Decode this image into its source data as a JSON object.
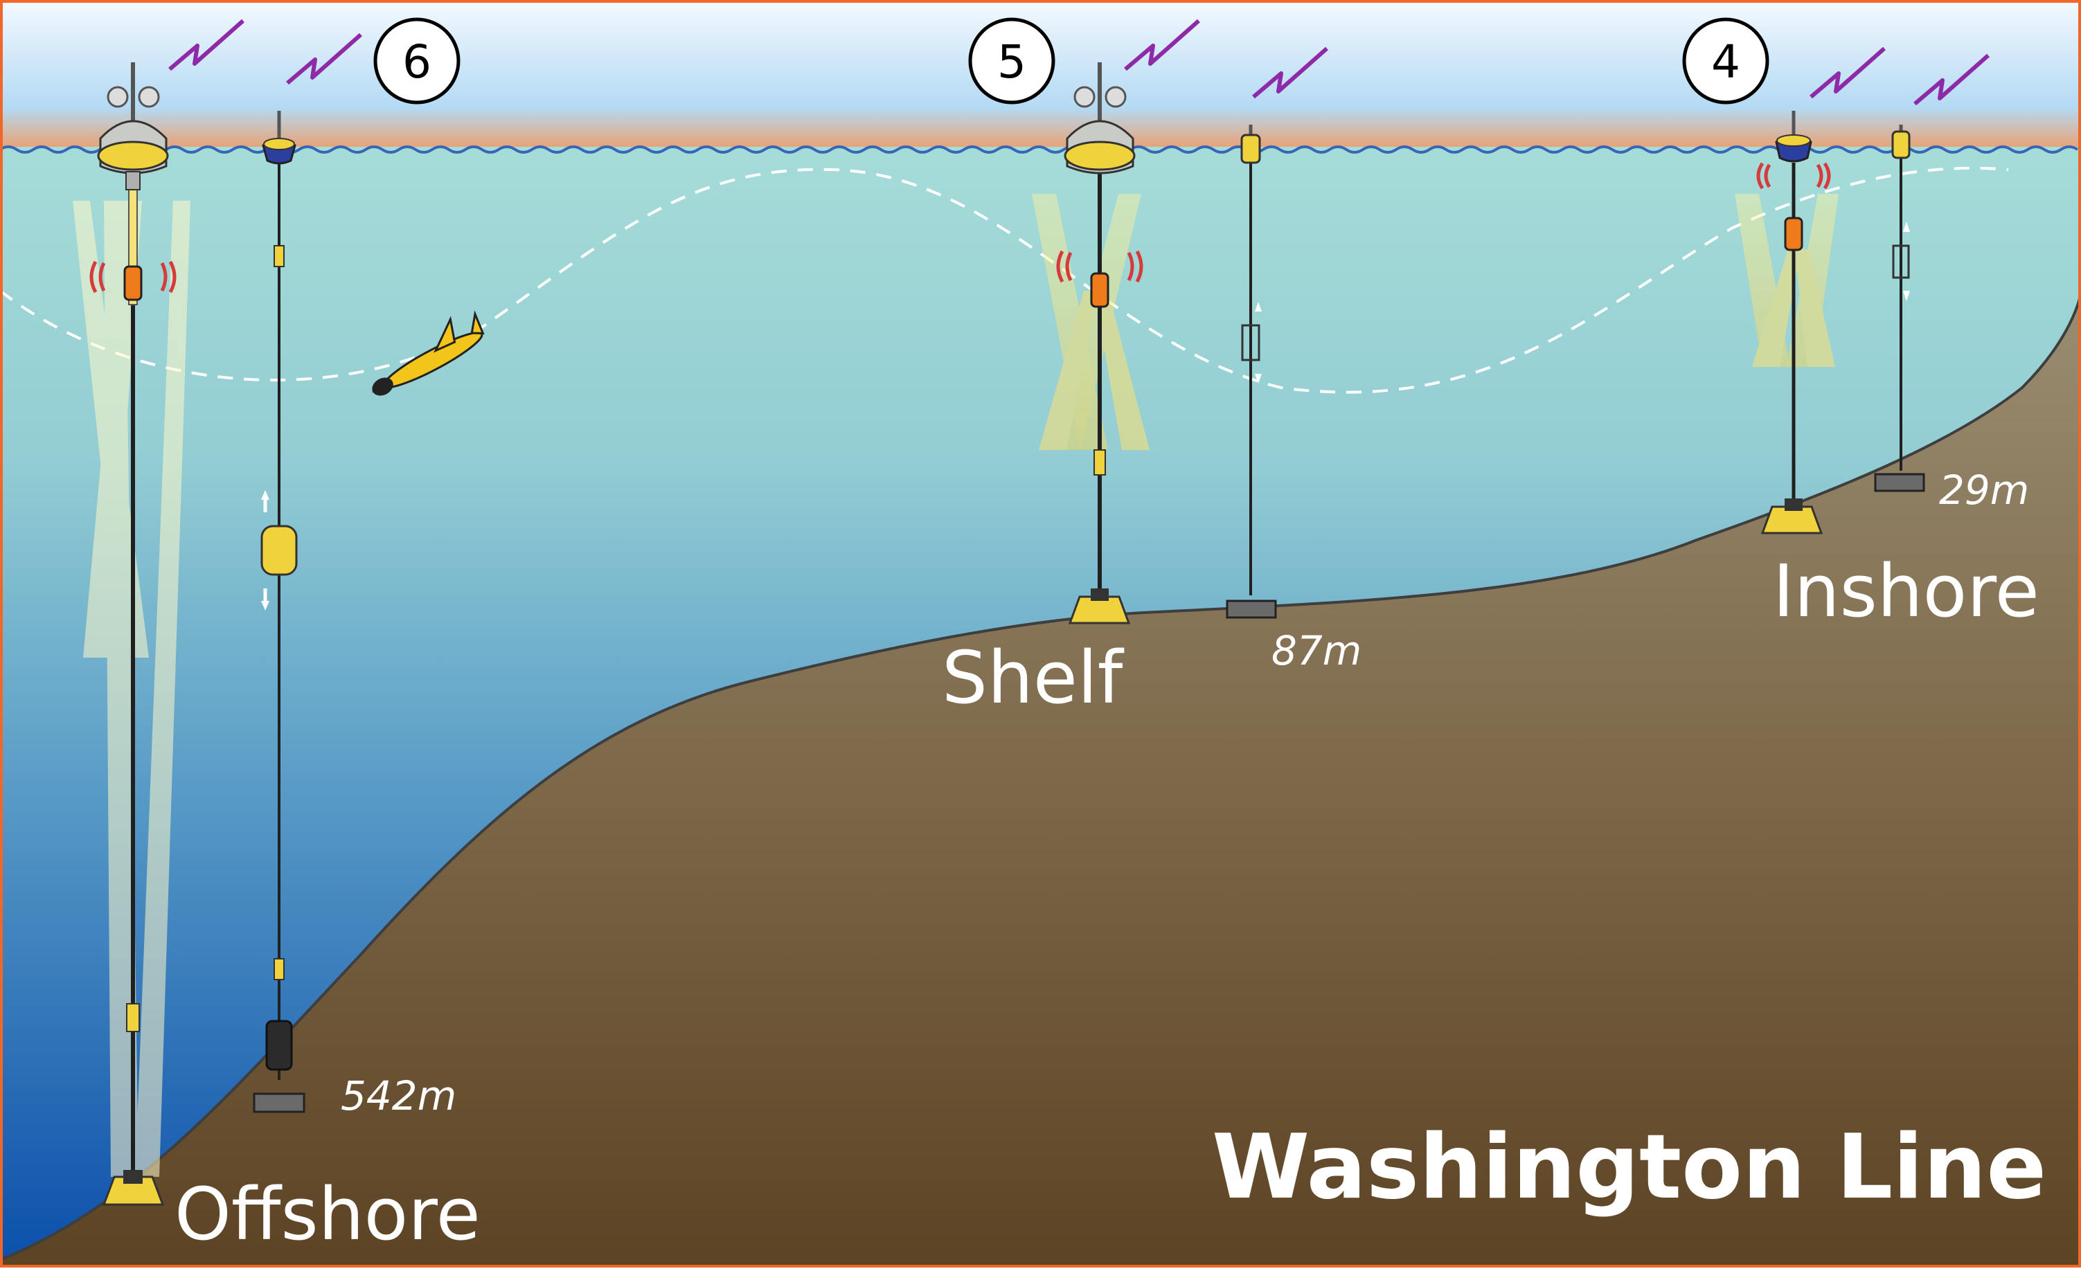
{
  "diagram": {
    "title": "Washington Line",
    "sites": [
      {
        "label": "Offshore",
        "depth": "542m",
        "number": "6"
      },
      {
        "label": "Shelf",
        "depth": "87m",
        "number": "5"
      },
      {
        "label": "Inshore",
        "depth": "29m",
        "number": "4"
      }
    ],
    "colors": {
      "sky_top": "#f2f8ff",
      "sky_bottom": "#a9d4f2",
      "sea_surface_band": "#f2955a",
      "water_top": "#9fd8d6",
      "water_bottom": "#0b55ad",
      "seafloor_top": "#988a6f",
      "seafloor_bottom": "#5e4526",
      "frame": "#f0672a",
      "telemetry": "#8e2aa7",
      "buoy_yellow": "#f0d23c",
      "glider": "#f3c51b"
    }
  }
}
